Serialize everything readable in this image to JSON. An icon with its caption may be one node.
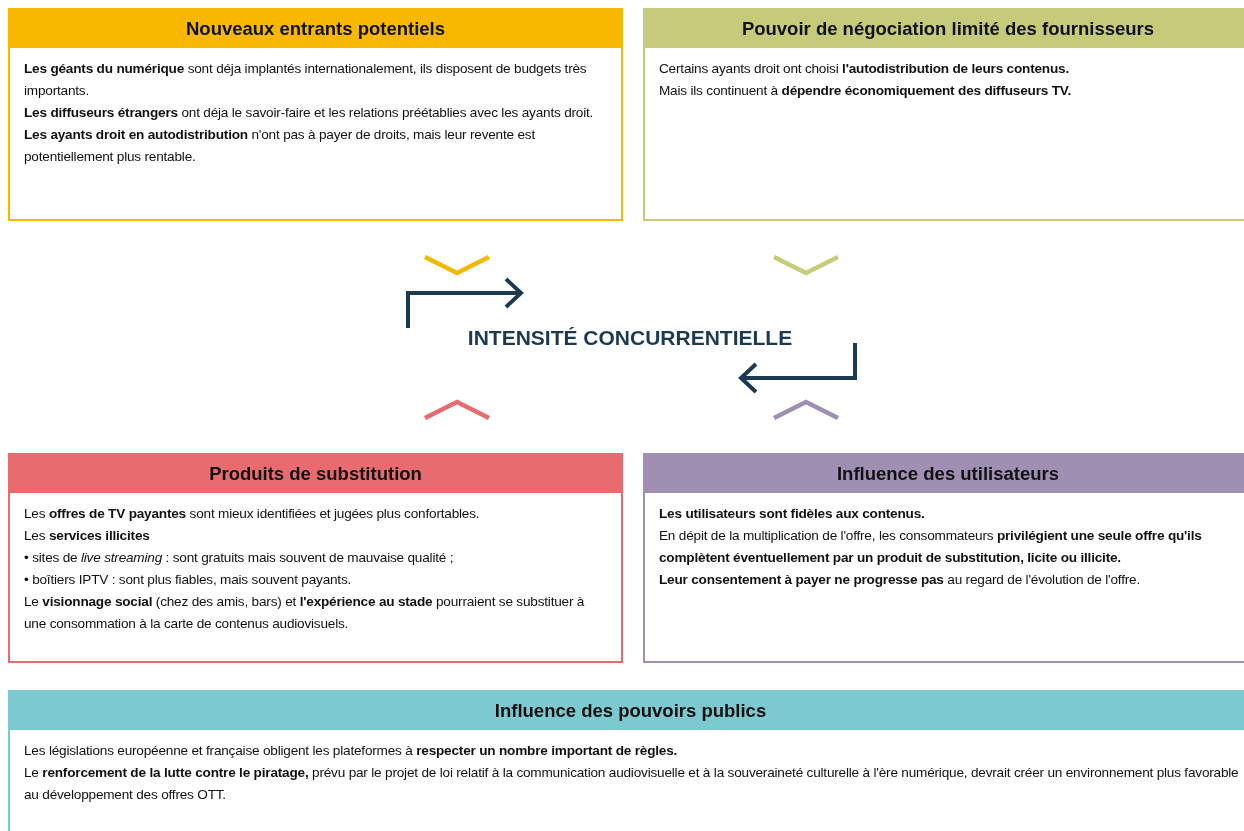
{
  "diagram": {
    "nodes": [
      {
        "text": [
          "Nouveaux entrants potentiels",
          "**Les géants du numérique** sont déja implantés internationalement, ils disposent de budgets très importants.",
          "**Les diffuseurs étrangers** ont déja le savoir-faire et les relations préétablies avec les ayants droit.",
          "**Les ayants droit en autodistribution** n'ont pas à payer de droits, mais leur revente est potentiellement plus rentable."
        ]
      },
      {
        "text": [
          "Pouvoir de négociation limité des fournisseurs",
          "Certains ayants droit ont choisi **l'autodistribution de leurs contenus.**",
          "Mais ils continuent à **dépendre économiquement des diffuseurs TV.**"
        ]
      },
      {
        "text": [
          "Produits de substitution",
          "Les **offres de TV payantes** sont mieux identifiées et jugées plus confortables.",
          "Les **services illicites**",
          "• sites de *live streaming* : sont gratuits mais souvent de mauvaise qualité ;",
          "• boîtiers IPTV : sont plus fiables, mais souvent payants.",
          "Le **visionnage social** (chez des amis, bars) et **l'expérience au stade** pourraient se substituer à une consommation à la carte de contenus audiovisuels."
        ]
      },
      {
        "text": [
          "Influence des utilisateurs",
          "**Les utilisateurs sont fidèles aux contenus.**",
          "En dépit de la multiplication de l'offre, les consommateurs **privilégient une seule offre qu'ils complètent éventuellement par un produit de substitution, licite ou illicite.**",
          "**Leur consentement à payer ne progresse pas** au regard de l'évolution de l'offre."
        ]
      },
      {
        "text": [
          "Influence des pouvoirs publics",
          "Les législations européenne et française obligent les plateformes à **respecter un nombre important de règles.**",
          "Le **renforcement de la lutte contre le piratage,** prévu par le projet de loi relatif à la communication audiovisuelle et à la souveraineté culturelle à l'ère numérique, devrait créer un environnement plus favorable au développement des offres OTT."
        ]
      },
      {
        "text": [
          "INTENSITÉ CONCURRENTIELLE"
        ]
      }
    ],
    "edges": [
      {
        "from": 0,
        "to": 5,
        "arrow": "to",
        "color": "#f5b800"
      },
      {
        "from": 1,
        "to": 5,
        "arrow": "to",
        "color": "#c5cc7a"
      },
      {
        "from": 2,
        "to": 5,
        "arrow": "to",
        "color": "#e86b70"
      },
      {
        "from": 3,
        "to": 5,
        "arrow": "to",
        "color": "#9f8fb5"
      }
    ]
  }
}
